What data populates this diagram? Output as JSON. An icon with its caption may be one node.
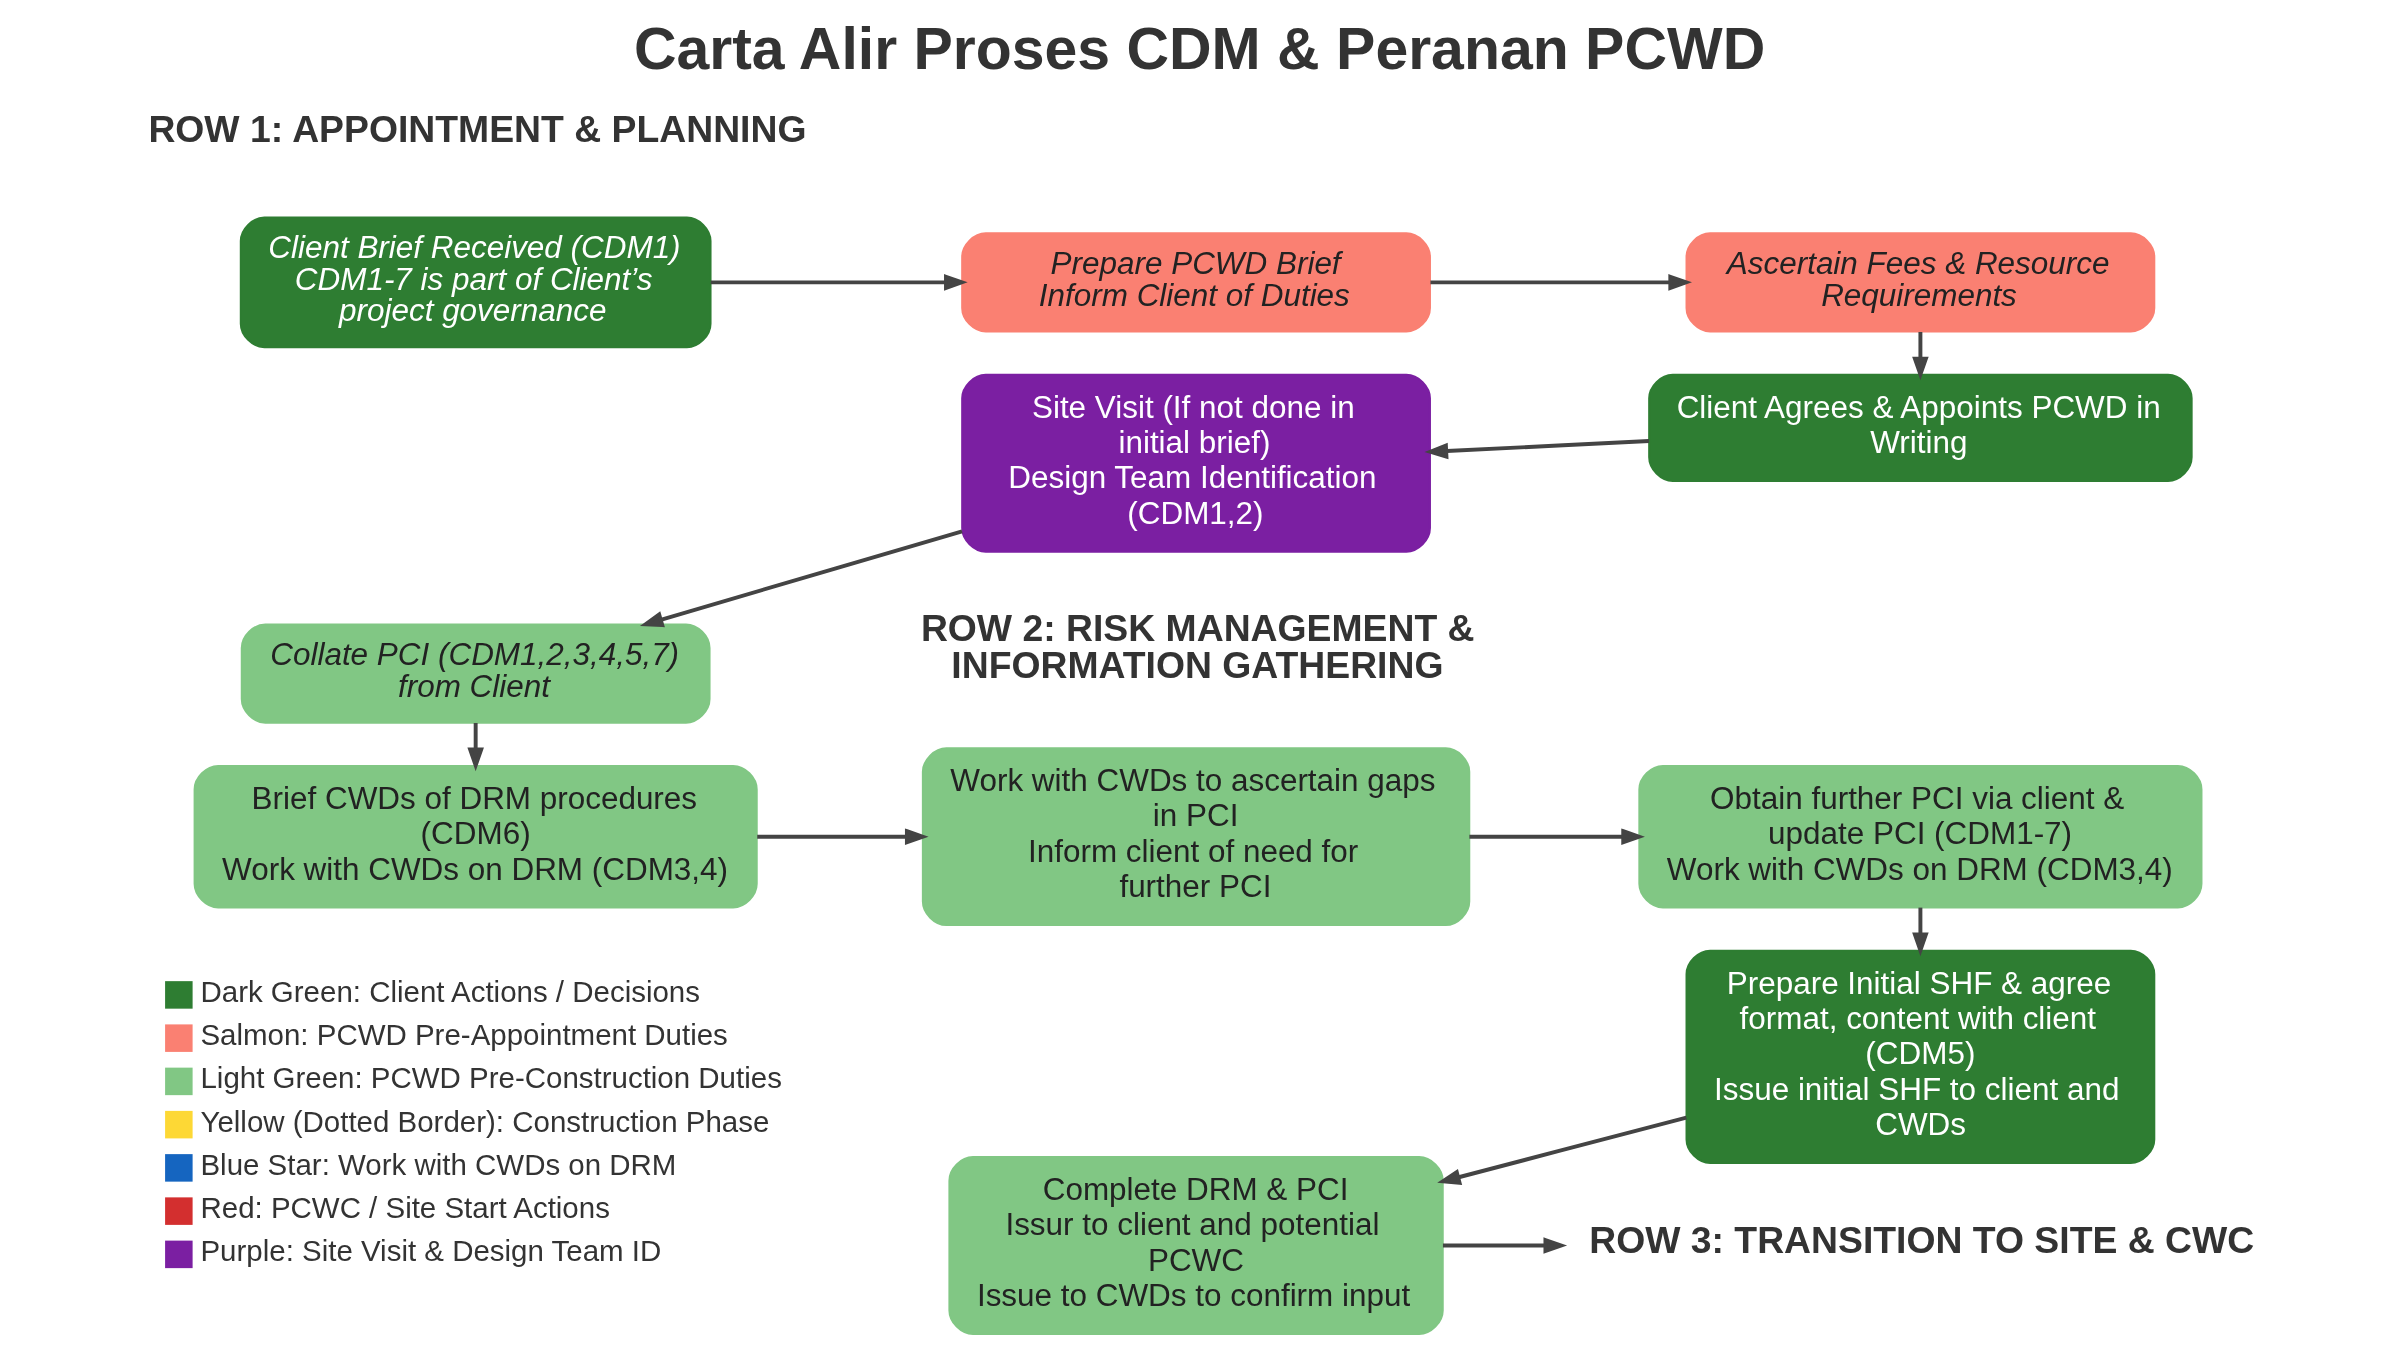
{
  "diagram": {
    "title": "Carta Alir Proses CDM & Peranan PCWD",
    "nodes": [
      {
        "text": [
          "Client Brief Received (CDM1)",
          "CDM1-7 is part of Client’s project governance"
        ]
      },
      {
        "text": [
          "Prepare PCWD Brief",
          "Inform Client of Duties"
        ]
      },
      {
        "text": [
          "Ascertain Fees & Resource Requirements"
        ]
      },
      {
        "text": [
          "Client Agrees & Appoints PCWD in Writing"
        ]
      },
      {
        "text": [
          "Site Visit (If not done in initial brief)",
          "Design Team Identification (CDM1,2)"
        ]
      },
      {
        "text": [
          "Collate PCI (CDM1,2,3,4,5,7) from Client"
        ]
      },
      {
        "text": [
          "Brief CWDs of DRM procedures (CDM6)",
          "Work with CWDs on DRM (CDM3,4)"
        ]
      },
      {
        "text": [
          "Work with CWDs to ascertain gaps in PCI",
          "Inform client of need for further PCI"
        ]
      },
      {
        "text": [
          "Obtain further PCI via client & update PCI (CDM1-7)",
          "Work with CWDs on DRM (CDM3,4)"
        ]
      },
      {
        "text": [
          "Prepare Initial SHF & agree format, content with client (CDM5)",
          "Issue initial SHF to client and CWDs"
        ]
      },
      {
        "text": [
          "Complete DRM & PCI",
          "Issur to client and potential PCWC",
          "Issue to CWDs to confirm input"
        ]
      },
      {
        "text": [
          "ROW 3: TRANSITION TO SITE & CWC"
        ]
      }
    ],
    "edges": [
      {
        "from": 0,
        "to": 1,
        "arrow": "to"
      },
      {
        "from": 1,
        "to": 2,
        "arrow": "to"
      },
      {
        "from": 2,
        "to": 3,
        "arrow": "to"
      },
      {
        "from": 3,
        "to": 4,
        "arrow": "to"
      },
      {
        "from": 4,
        "to": 5,
        "arrow": "to"
      },
      {
        "from": 5,
        "to": 6,
        "arrow": "to"
      },
      {
        "from": 6,
        "to": 7,
        "arrow": "to"
      },
      {
        "from": 7,
        "to": 8,
        "arrow": "to"
      },
      {
        "from": 8,
        "to": 9,
        "arrow": "to"
      },
      {
        "from": 9,
        "to": 10,
        "arrow": "to"
      },
      {
        "from": 10,
        "to": 11,
        "arrow": "to"
      }
    ],
    "labels": [
      "ROW 1: APPOINTMENT & PLANNING",
      "ROW 2: RISK MANAGEMENT & INFORMATION GATHERING"
    ],
    "legend": [
      {
        "text": "Dark Green: Client Actions / Decisions",
        "color": "#2e7d32"
      },
      {
        "text": "Salmon: PCWD Pre-Appointment Duties",
        "color": "#fa8072"
      },
      {
        "text": "Light Green: PCWD Pre-Construction Duties",
        "color": "#81c784"
      },
      {
        "text": "Yellow (Dotted Border): Construction Phase",
        "color": "#fdd835"
      },
      {
        "text": "Blue Star: Work with CWDs on DRM",
        "color": "#1565c0"
      },
      {
        "text": "Red: PCWC / Site Start Actions",
        "color": "#d32f2f"
      },
      {
        "text": "Purple: Site Visit & Design Team ID",
        "color": "#7b1fa2"
      }
    ]
  }
}
